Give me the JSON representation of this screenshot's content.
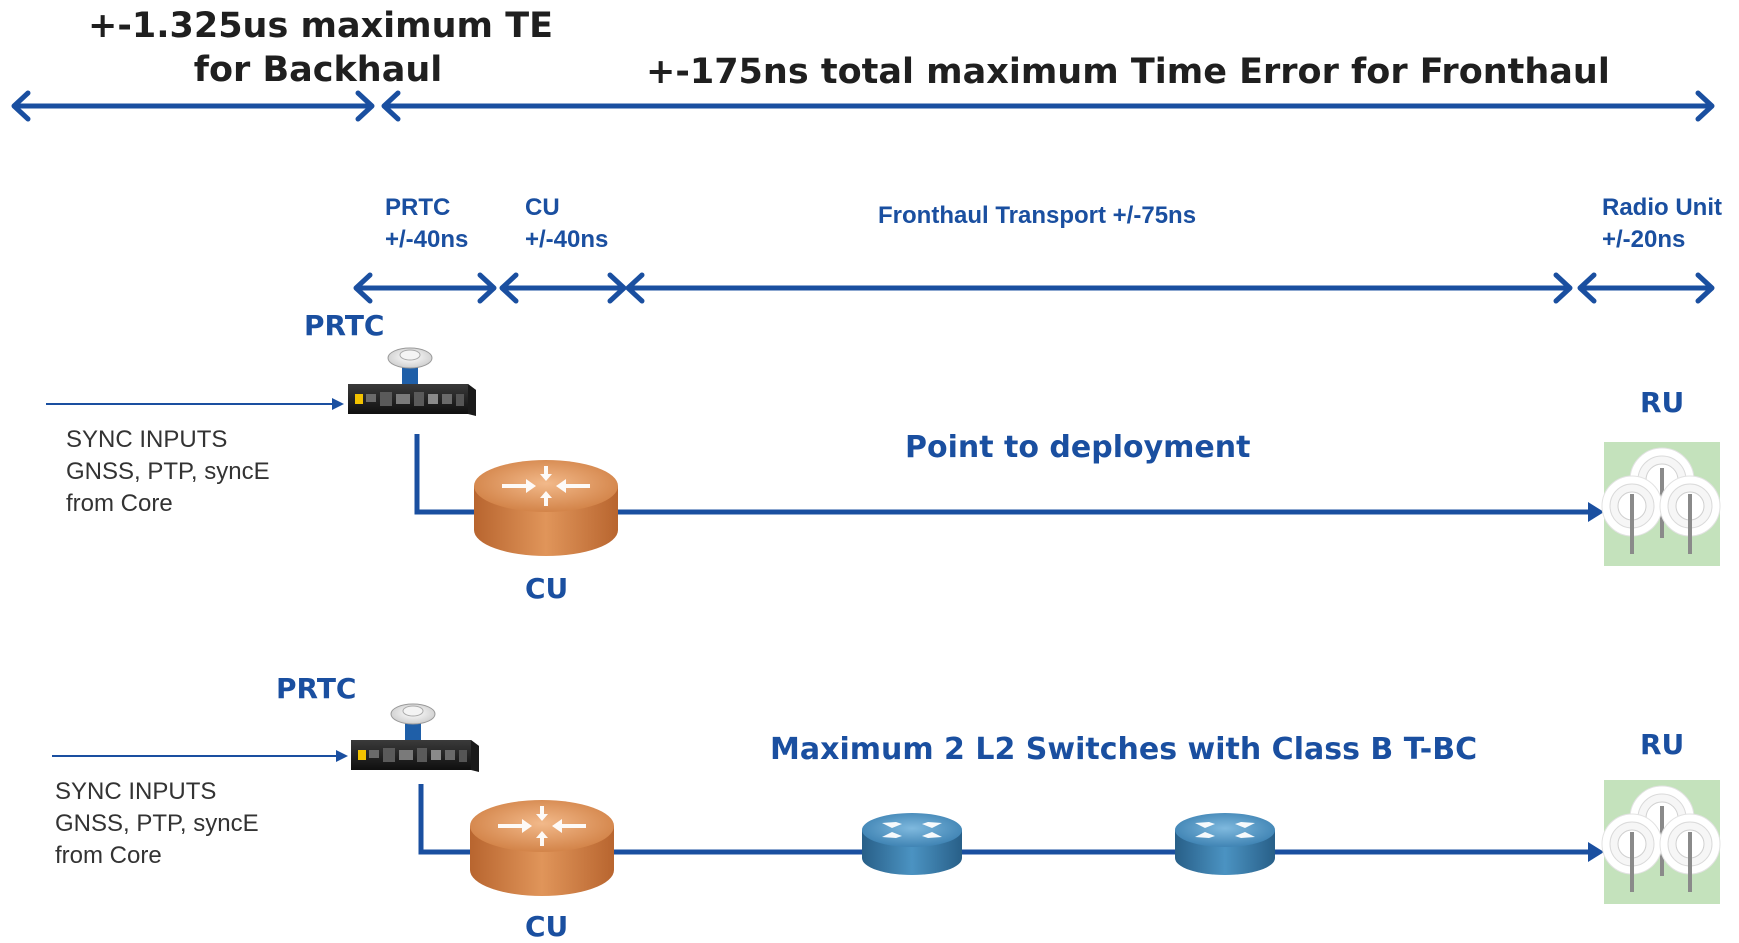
{
  "header": {
    "backhaul_line1": "+-1.325us  maximum TE",
    "backhaul_line2": "for Backhaul",
    "fronthaul": "+-175ns total maximum Time Error  for Fronthaul"
  },
  "budget": {
    "prtc_line1": "PRTC",
    "prtc_line2": "+/-40ns",
    "cu_line1": "CU",
    "cu_line2": "+/-40ns",
    "transport": "Fronthaul  Transport +/-75ns",
    "ru_line1": "Radio Unit",
    "ru_line2": "+/-20ns"
  },
  "deployment1": {
    "prtc_label": "PRTC",
    "sync_line1": "SYNC INPUTS",
    "sync_line2": "GNSS, PTP, syncE",
    "sync_line3": "from Core",
    "title": "Point to deployment",
    "cu_label": "CU",
    "ru_label": "RU"
  },
  "deployment2": {
    "prtc_label": "PRTC",
    "sync_line1": "SYNC INPUTS",
    "sync_line2": "GNSS, PTP, syncE",
    "sync_line3": "from Core",
    "title": "Maximum 2 L2 Switches with Class B T-BC",
    "cu_label": "CU",
    "ru_label": "RU"
  },
  "colors": {
    "arrow": "#1a4fa0",
    "label_blue": "#1a4fa0",
    "cu_router": "#d98a4e",
    "switch": "#3f86b4",
    "ru_background": "#c4e2bc",
    "prtc_device": "#1d1d1d"
  },
  "icons": [
    "gnss-antenna-icon",
    "prtc-device-icon",
    "router-cu-icon",
    "switch-icon",
    "radio-unit-icon"
  ]
}
